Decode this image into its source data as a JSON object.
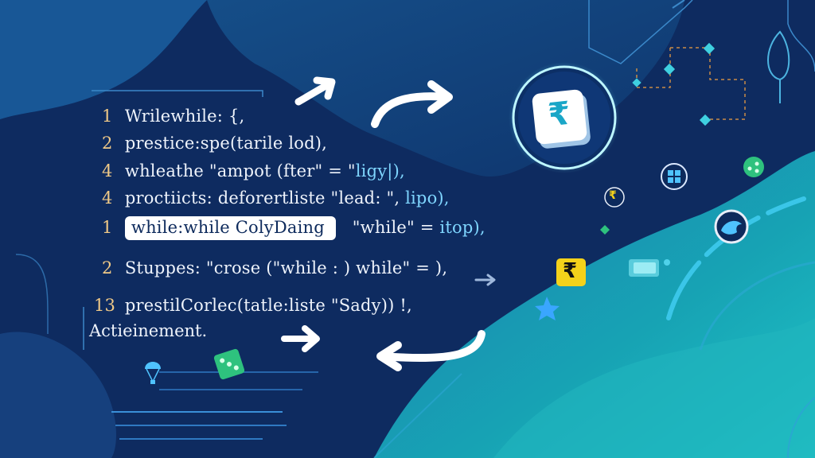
{
  "code_lines": [
    {
      "num": "1",
      "text": "Wrilewhile: {,",
      "extra": ""
    },
    {
      "num": "2",
      "text": "prestice:spe(tarile lod),",
      "extra": ""
    },
    {
      "num": "4",
      "text": "whleathe \"ampot (fter\" = \"",
      "extra": "ligy|),"
    },
    {
      "num": "4",
      "text": "proctiicts: deforertliste \"lead: \", ",
      "extra": "lipo),"
    },
    {
      "num": "1",
      "highlight": "while:while ColyDaing",
      "text": "\"while\" = ",
      "extra": "itop),"
    },
    {
      "num": "2",
      "text": "Stuppes: \"crose (\"while : ) while\" = ),",
      "extra": ""
    },
    {
      "num": "13",
      "text": "prestilCorlec(tatle:liste \"Sady)) !,",
      "extra": ""
    }
  ],
  "footer_text": "Actieinement.",
  "icons": {
    "rupee_symbol": "₹",
    "main_coin": "rupee-coin-icon",
    "windows_badge": "windows-icon",
    "small_rupee": "rupee-icon",
    "yellow_rupee": "rupee-tile-icon",
    "green_badge": "share-badge-icon",
    "bird_badge": "bird-icon",
    "folder": "folder-icon",
    "dice": "dice-icon",
    "parachute": "parachute-icon",
    "star": "star-icon"
  },
  "colors": {
    "background": "#0d2a5c",
    "teal": "#1aa6b7",
    "code_number": "#f0c987",
    "string": "#7fd6ff",
    "accent_yellow": "#f4d21a",
    "accent_green": "#2ec27e"
  }
}
